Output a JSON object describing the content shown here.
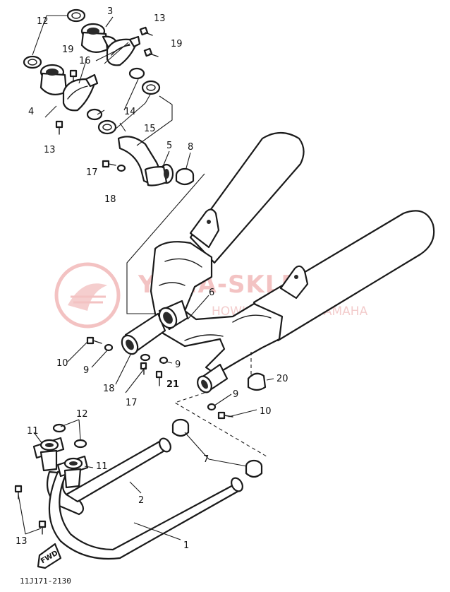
{
  "diagram": {
    "figure_code": "11J171-2130",
    "fwd_label": "FWD",
    "watermark": {
      "brand": "YAMA-SKLEP.PL",
      "subtitle": "HOWICZ DEALER YAMAHA"
    },
    "callouts": {
      "c1": "1",
      "c2": "2",
      "c3": "3",
      "c4": "4",
      "c5": "5",
      "c6": "6",
      "c7": "7",
      "c8": "8",
      "c9a": "9",
      "c9b": "9",
      "c9c": "9",
      "c10a": "10",
      "c10b": "10",
      "c11a": "11",
      "c11b": "11",
      "c12a": "12",
      "c12b": "12",
      "c13a": "13",
      "c13b": "13",
      "c13c": "13",
      "c14": "14",
      "c15": "15",
      "c16": "16",
      "c17a": "17",
      "c17b": "17",
      "c18a": "18",
      "c18b": "18",
      "c19a": "19",
      "c19b": "19",
      "c20": "20",
      "c21": "21"
    }
  }
}
